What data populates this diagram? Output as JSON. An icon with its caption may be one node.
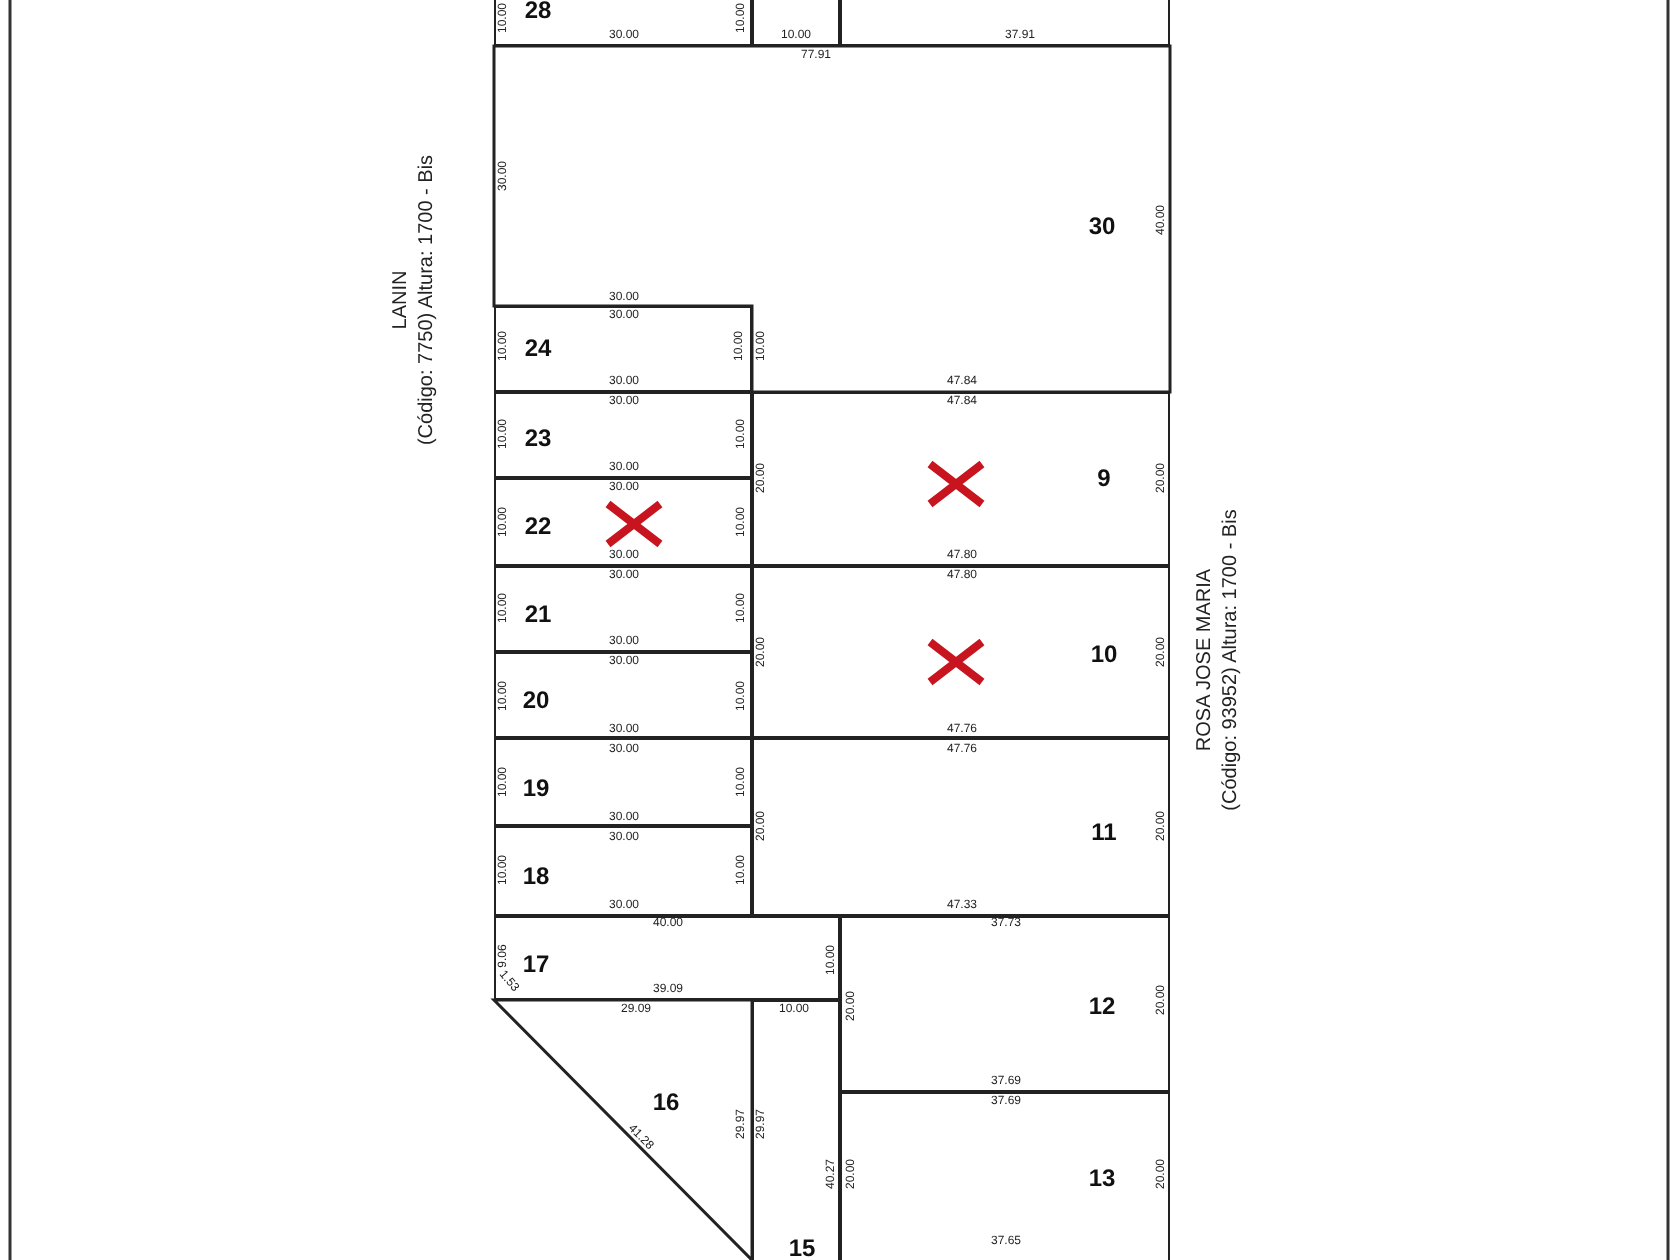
{
  "diagram": {
    "nodes": [
      {
        "text": [
          "28"
        ]
      },
      {
        "text": [],
        "shape": "box"
      },
      {
        "text": [],
        "shape": "box"
      },
      {
        "text": [
          "30"
        ]
      },
      {
        "text": [
          "24"
        ]
      },
      {
        "text": [
          "23"
        ]
      },
      {
        "text": [
          "9"
        ]
      },
      {
        "text": [
          "22"
        ]
      },
      {
        "text": [
          "21"
        ]
      },
      {
        "text": [
          "10"
        ]
      },
      {
        "text": [
          "20"
        ]
      },
      {
        "text": [
          "19"
        ]
      },
      {
        "text": [
          "11"
        ]
      },
      {
        "text": [
          "18"
        ]
      },
      {
        "text": [
          "17"
        ]
      },
      {
        "text": [
          "12"
        ]
      },
      {
        "text": [
          "16"
        ]
      },
      {
        "text": [
          "13"
        ]
      },
      {
        "text": [
          "15"
        ]
      }
    ],
    "labels": [
      "10.00",
      "10.00",
      "30.00",
      "10.00",
      "37.91",
      "77.91",
      "30.00",
      "40.00",
      "30.00",
      "30.00",
      "10.00",
      "10.00",
      "10.00",
      "30.00",
      "47.84",
      "30.00",
      "47.84",
      "10.00",
      "10.00",
      "30.00",
      "30.00",
      "20.00",
      "20.00",
      "10.00",
      "10.00",
      "30.00",
      "47.80",
      "30.00",
      "47.80",
      "10.00",
      "10.00",
      "30.00",
      "30.00",
      "20.00",
      "20.00",
      "10.00",
      "10.00",
      "30.00",
      "47.76",
      "30.00",
      "47.76",
      "10.00",
      "10.00",
      "30.00",
      "30.00",
      "20.00",
      "20.00",
      "10.00",
      "10.00",
      "30.00",
      "47.33",
      "40.00",
      "37.73",
      "9.06",
      "10.00",
      "1.53",
      "39.09",
      "29.09",
      "10.00",
      "20.00",
      "20.00",
      "37.69",
      "37.69",
      "41.28",
      "29.97",
      "29.97",
      "40.27",
      "20.00",
      "20.00",
      "37.65",
      "LANIN",
      "(Código: 7750) Altura: 1700 - Bis",
      "ROSA JOSE MARIA",
      "(Código: 93952) Altura: 1700 - Bis"
    ]
  }
}
